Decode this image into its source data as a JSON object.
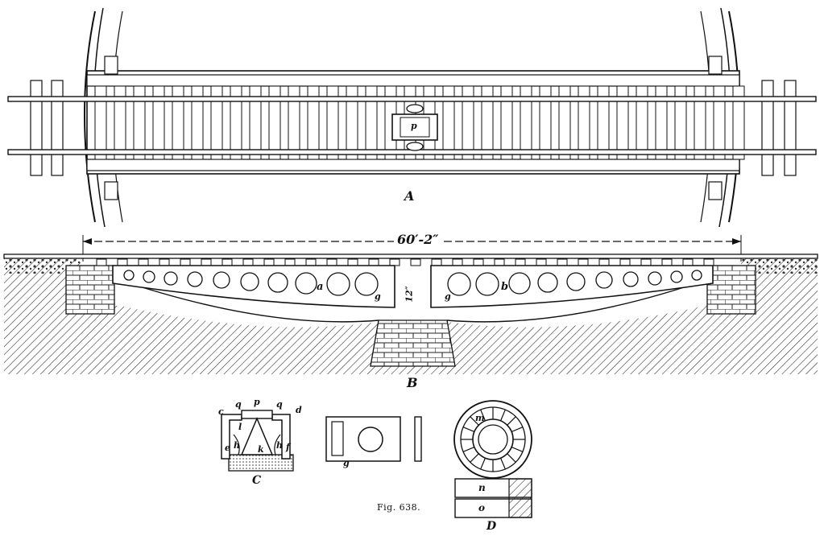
{
  "figure": {
    "caption": "Fig. 638.",
    "dimension": "60′-2″",
    "center_gap": "12″"
  },
  "views": {
    "plan": {
      "label": "A",
      "center_plate": "p"
    },
    "elevation": {
      "label": "B",
      "girder_left": "a",
      "girder_right": "b",
      "pin_left": "g",
      "pin_right": "g"
    },
    "section": {
      "label": "C",
      "parts": {
        "c": "c",
        "q1": "q",
        "p": "p",
        "q2": "q",
        "d": "d",
        "l": "l",
        "e": "e",
        "h1": "h",
        "k": "k",
        "h2": "h",
        "f": "f"
      }
    },
    "detail": {
      "pin": "g"
    },
    "wheel": {
      "label": "D",
      "hub": "m",
      "ring_top": "n",
      "ring_bottom": "o"
    }
  }
}
